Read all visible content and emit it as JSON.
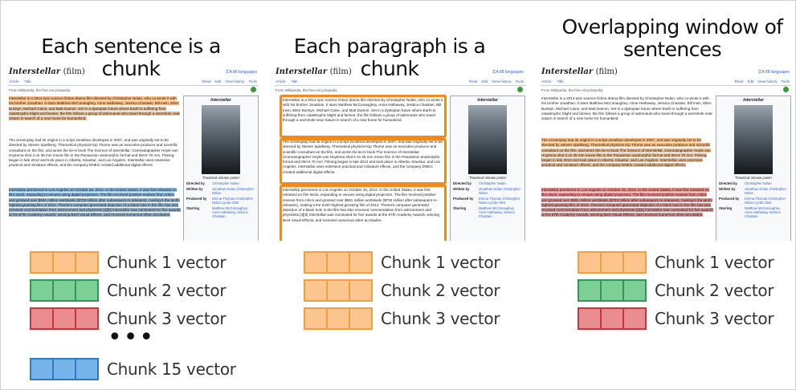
{
  "titles": {
    "col1": "Each sentence is a chunk",
    "col2": "Each paragraph is a chunk",
    "col3_line1": "Overlapping window of",
    "col3_line2": "sentences"
  },
  "article": {
    "title": "Interstellar",
    "title_suffix": "(film)",
    "languages": "文A 88 languages",
    "tab_article": "Article",
    "tab_talk": "Talk",
    "tab_read": "Read",
    "tab_edit": "Edit",
    "tab_history": "View history",
    "tab_tools": "Tools",
    "from": "From Wikipedia, the free encyclopedia",
    "p1": "Interstellar is a 2014 epic science fiction drama film directed by Christopher Nolan, who co-wrote it with his brother Jonathan. It stars Matthew McConaughey, Anne Hathaway, Jessica Chastain, Bill Irwin, Ellen Burstyn, Michael Caine, and Matt Damon. Set in a dystopian future where Earth is suffering from catastrophic blight and famine, the film follows a group of astronauts who travel through a wormhole near Saturn in search of a new home for humankind.",
    "p2": "The screenplay had its origins in a script Jonathan developed in 2007, and was originally set to be directed by Steven Spielberg. Theoretical physicist Kip Thorne was an executive producer and scientific consultant on the film, and wrote the tie-in book The Science of Interstellar. Cinematographer Hoyte van Hoytema shot it on 35 mm movie film in the Panavision anamorphic format and IMAX 70 mm. Filming began in late 2013 and took place in Alberta, Klaustur, and Los Angeles. Interstellar uses extensive practical and miniature effects, and the company DNEG created additional digital effects.",
    "p3": "Interstellar premiered in Los Angeles on October 26, 2014. In the United States, it was first released on film stock, expanding to venues using digital projectors. The film received positive reviews from critics and grossed over $681 million worldwide ($703 million after subsequent re-releases), making it the tenth-highest-grossing film of 2014. Theme's computer-generated depiction of a black hole in the film has also received commendation from astronomers and physicists.[4][5] Interstellar was nominated for five awards at the 87th Academy Awards, winning Best Visual Effects, and received numerous other accolades.",
    "infobox_title": "Interstellar",
    "poster_caption": "Theatrical release poster",
    "directed_by_label": "Directed by",
    "directed_by": "Christopher Nolan",
    "written_by_label": "Written by",
    "written_by": "Jonathan Nolan Christopher Nolan",
    "produced_by_label": "Produced by",
    "produced_by": "Emma Thomas Christopher Nolan Lynda Obst",
    "starring_label": "Starring",
    "starring": "Matthew McConaughey Anne Hathaway Jessica Chastain"
  },
  "legend1": [
    "Chunk 1 vector",
    "Chunk 2 vector",
    "Chunk 3 vector",
    "Chunk 15 vector"
  ],
  "legend2": [
    "Chunk 1 vector",
    "Chunk 2 vector",
    "Chunk 3 vector"
  ],
  "legend3": [
    "Chunk 1 vector",
    "Chunk 2 vector",
    "Chunk 3 vector"
  ],
  "ellipsis": "•••",
  "colors": {
    "orange": "#fcc58e",
    "green": "#7ccf95",
    "red": "#ea8d90",
    "blue": "#75b3e8",
    "highlight_border": "#f08a1c"
  }
}
